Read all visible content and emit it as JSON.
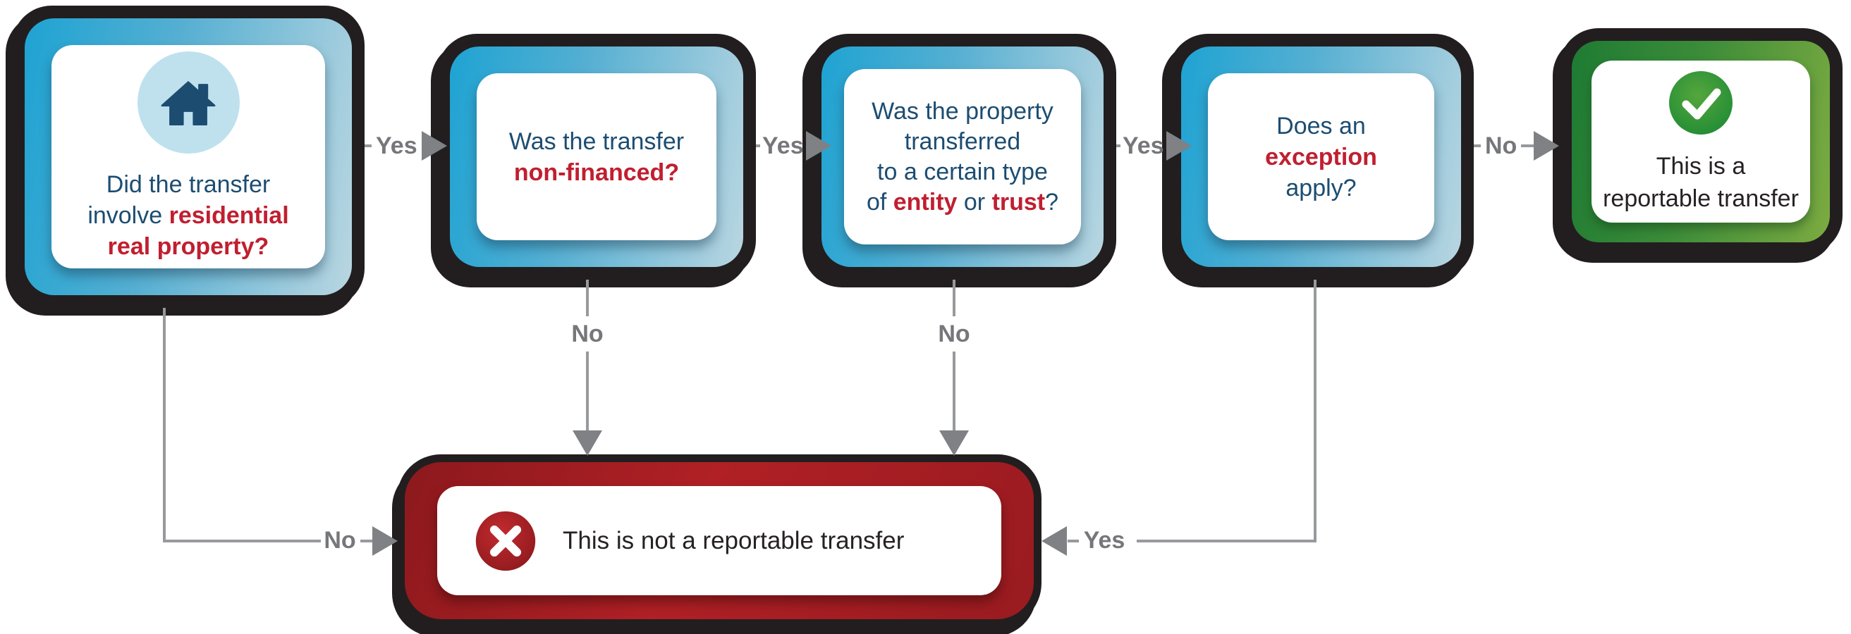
{
  "title": "Reportable transfer decision flowchart",
  "colors": {
    "navy_text": "#1c4d71",
    "red_text": "#c01f30",
    "blue_border_start": "#1ea3d3",
    "blue_border_end": "#b9d6e1",
    "green_border_start": "#1e7b33",
    "green_border_end": "#7cab41",
    "red_border": "#b02025",
    "outline_black": "#221e1f",
    "arrow_gray": "#7f8184",
    "label_gray": "#76777a",
    "icon_circle_bg": "#bfe1ee"
  },
  "nodes": {
    "q1": {
      "icon": "house-icon",
      "l1": "Did the transfer",
      "l2a": "involve ",
      "l2b": "residential",
      "l3b": "real property?"
    },
    "q2": {
      "l1": "Was the transfer",
      "l2b": "non-financed?"
    },
    "q3": {
      "l1": "Was the property",
      "l2": "transferred",
      "l3": "to a certain type",
      "l4a": "of ",
      "l4b": "entity",
      "l4c": " or ",
      "l4d": "trust",
      "l4e": "?"
    },
    "q4": {
      "l1": "Does an",
      "l2b": "exception",
      "l3": "apply?"
    },
    "reportable": {
      "icon": "check-circle-icon",
      "l1": "This is a",
      "l2": "reportable transfer"
    },
    "not_reportable": {
      "icon": "x-circle-icon",
      "text": "This is not a reportable transfer"
    }
  },
  "edges": [
    {
      "from": "q1",
      "to": "q2",
      "label": "Yes"
    },
    {
      "from": "q2",
      "to": "q3",
      "label": "Yes"
    },
    {
      "from": "q3",
      "to": "q4",
      "label": "Yes"
    },
    {
      "from": "q4",
      "to": "reportable",
      "label": "No"
    },
    {
      "from": "q1",
      "to": "not_reportable",
      "label": "No"
    },
    {
      "from": "q2",
      "to": "not_reportable",
      "label": "No"
    },
    {
      "from": "q3",
      "to": "not_reportable",
      "label": "No"
    },
    {
      "from": "q4",
      "to": "not_reportable",
      "label": "Yes"
    }
  ]
}
